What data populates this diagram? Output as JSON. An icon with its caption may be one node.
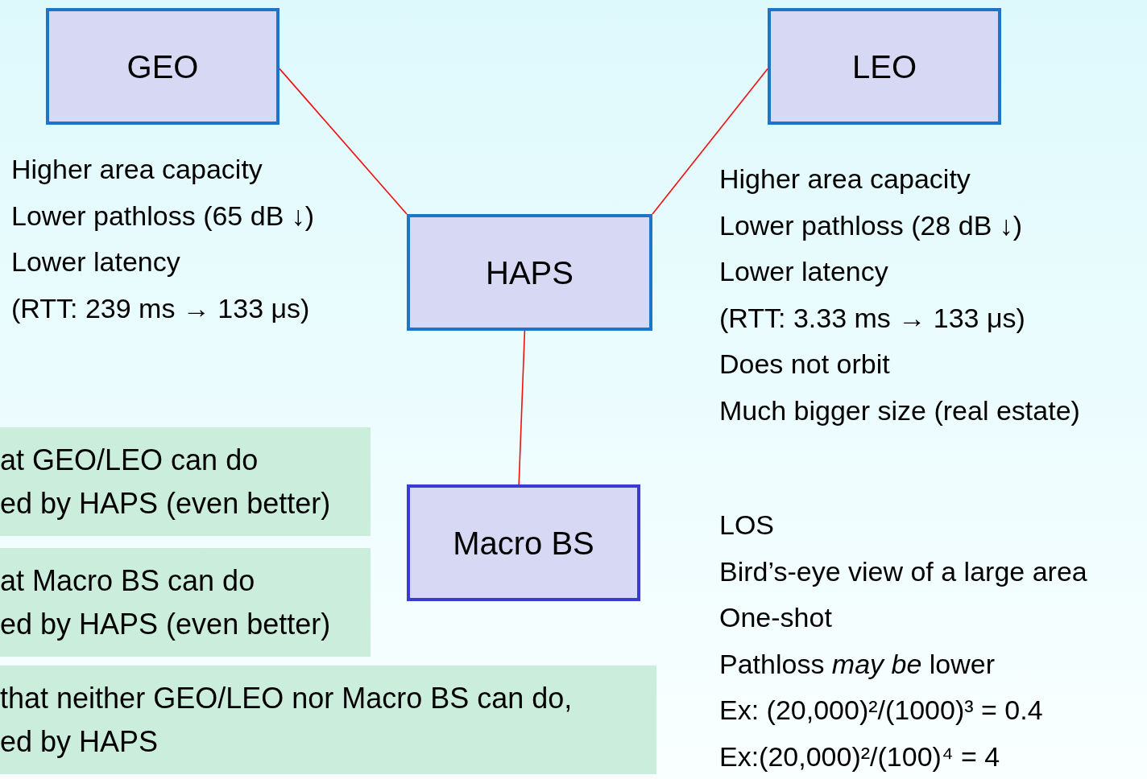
{
  "diagram": {
    "nodes": [
      {
        "text": [
          "GEO"
        ]
      },
      {
        "text": [
          "LEO"
        ]
      },
      {
        "text": [
          "HAPS"
        ]
      },
      {
        "text": [
          "Macro BS"
        ]
      },
      {
        "text": [
          "at GEO/LEO can do",
          "ed by HAPS (even better)"
        ]
      },
      {
        "text": [
          "at Macro BS can do",
          "ed by HAPS (even better)"
        ]
      },
      {
        "text": [
          "that neither GEO/LEO nor Macro BS can do,",
          "ed by HAPS"
        ]
      }
    ],
    "edges": [
      {
        "from": 0,
        "to": 2,
        "arrow": "none"
      },
      {
        "from": 1,
        "to": 2,
        "arrow": "none"
      },
      {
        "from": 2,
        "to": 3,
        "arrow": "none"
      }
    ],
    "labels": [
      "Higher area capacity",
      "Lower pathloss (65 dB ↓)",
      "Lower latency",
      "(RTT: 239 ms → 133 μs)",
      "Higher area capacity",
      "Lower pathloss (28 dB ↓)",
      "Lower latency",
      "(RTT: 3.33 ms → 133 μs)",
      "Does not orbit",
      "Much bigger size (real estate)",
      "LOS",
      "Bird’s-eye view of a large area",
      "One-shot",
      "Pathloss *may be* lower",
      "Ex: (20,000)²/(1000)³ = 0.4",
      "Ex:(20,000)²/(100)⁴ = 4"
    ]
  }
}
